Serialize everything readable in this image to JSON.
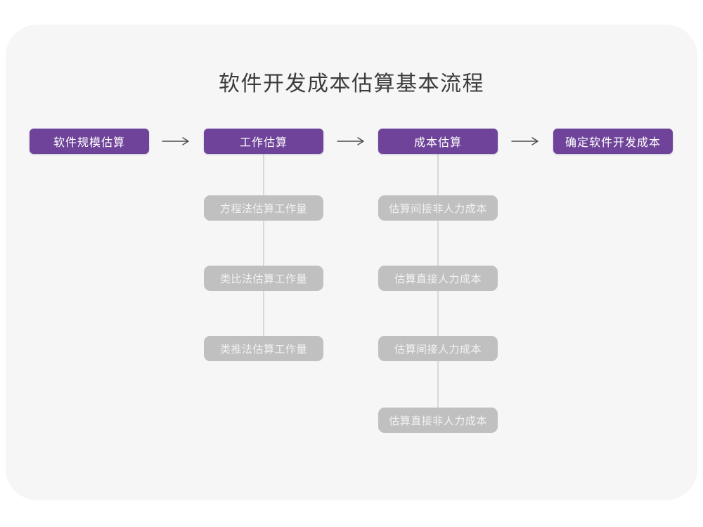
{
  "title": "软件开发成本估算基本流程",
  "colors": {
    "page_background": "#ffffff",
    "card_background": "#f6f6f7",
    "stage_box": "#6e4399",
    "stage_text": "#ffffff",
    "substep_box": "#c0c0c0",
    "substep_text": "#f2f2f2",
    "connector_line": "#d8d8d8",
    "arrow": "#4d4d4d",
    "title_text": "#3c3c3c"
  },
  "icons": {
    "flow_arrow": "right-arrow-icon"
  },
  "flow": {
    "stages": [
      {
        "label": "软件规模估算",
        "substeps": []
      },
      {
        "label": "工作估算",
        "substeps": [
          "方程法估算工作量",
          "类比法估算工作量",
          "类推法估算工作量"
        ]
      },
      {
        "label": "成本估算",
        "substeps": [
          "估算间接非人力成本",
          "估算直接人力成本",
          "估算间接人力成本",
          "估算直接非人力成本"
        ]
      },
      {
        "label": "确定软件开发成本",
        "substeps": []
      }
    ]
  }
}
